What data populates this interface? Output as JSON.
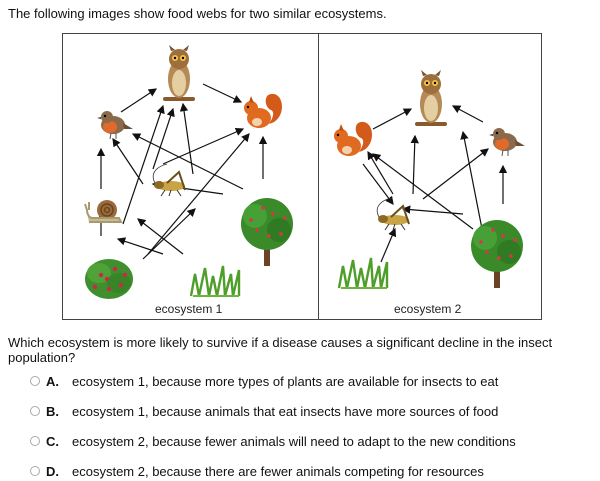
{
  "intro": "The following images show food webs for two similar ecosystems.",
  "figure": {
    "ecosystem1_label": "ecosystem 1",
    "ecosystem2_label": "ecosystem 2",
    "organisms": [
      "owl-icon",
      "robin-icon",
      "squirrel-icon",
      "cricket-icon",
      "snail-icon",
      "berry-bush-icon",
      "grass-icon",
      "fruit-tree-icon"
    ]
  },
  "question": "Which ecosystem is more likely to survive if a disease causes a significant decline in the insect population?",
  "options": [
    {
      "letter": "A.",
      "text": "ecosystem 1, because more types of plants are available for insects to eat"
    },
    {
      "letter": "B.",
      "text": "ecosystem 1, because animals that eat insects have more sources of food"
    },
    {
      "letter": "C.",
      "text": "ecosystem 2, because fewer animals will need to adapt to the new conditions"
    },
    {
      "letter": "D.",
      "text": "ecosystem 2, because there are fewer animals competing for resources"
    }
  ]
}
